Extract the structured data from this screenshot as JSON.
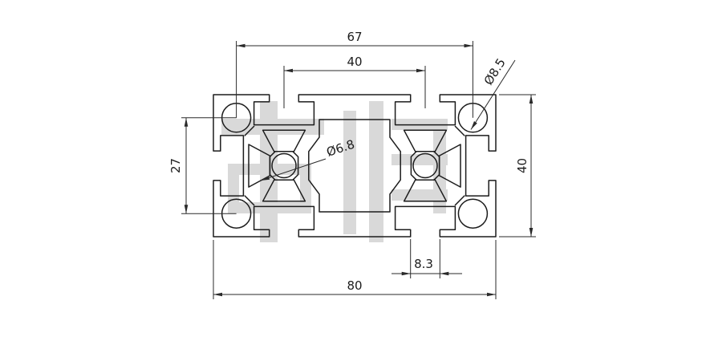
{
  "drawing": {
    "dimensions": {
      "top_hole_spacing": "67",
      "center_hole_spacing": "40",
      "corner_hole_diameter": "Ø8.5",
      "center_hole_diameter": "Ø6.8",
      "left_hole_spacing": "27",
      "overall_height": "40",
      "slot_width": "8.3",
      "overall_width": "80"
    },
    "colors": {
      "line": "#1c1c1c",
      "dimension": "#2a2a2a",
      "watermark": "#d9d9d9"
    }
  }
}
